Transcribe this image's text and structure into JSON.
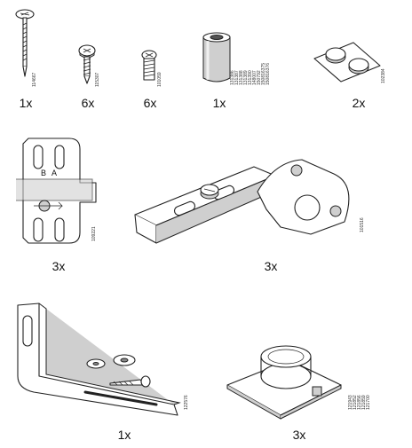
{
  "parts": [
    {
      "id": "flat-head-screw",
      "qty": "1x",
      "code": "114667"
    },
    {
      "id": "pan-head-screw",
      "qty": "6x",
      "code": "115307"
    },
    {
      "id": "euro-screw",
      "qty": "6x",
      "code": "101059"
    },
    {
      "id": "spacer-cylinder",
      "qty": "1x",
      "codes": [
        "131386",
        "131387",
        "131388",
        "131389",
        "131390",
        "148007",
        "150792",
        "150816375",
        "150816376"
      ]
    },
    {
      "id": "bumper-pads",
      "qty": "2x",
      "code": "102384"
    },
    {
      "id": "mounting-plate",
      "qty": "3x",
      "code": "109221",
      "labels": [
        "B",
        "A"
      ]
    },
    {
      "id": "cabinet-hinge",
      "qty": "3x",
      "code": "101516"
    },
    {
      "id": "l-bracket",
      "qty": "1x",
      "code": "122576"
    },
    {
      "id": "damper-base",
      "qty": "3x",
      "codes": [
        "121943",
        "121852",
        "121856",
        "121859",
        "121700"
      ]
    }
  ]
}
